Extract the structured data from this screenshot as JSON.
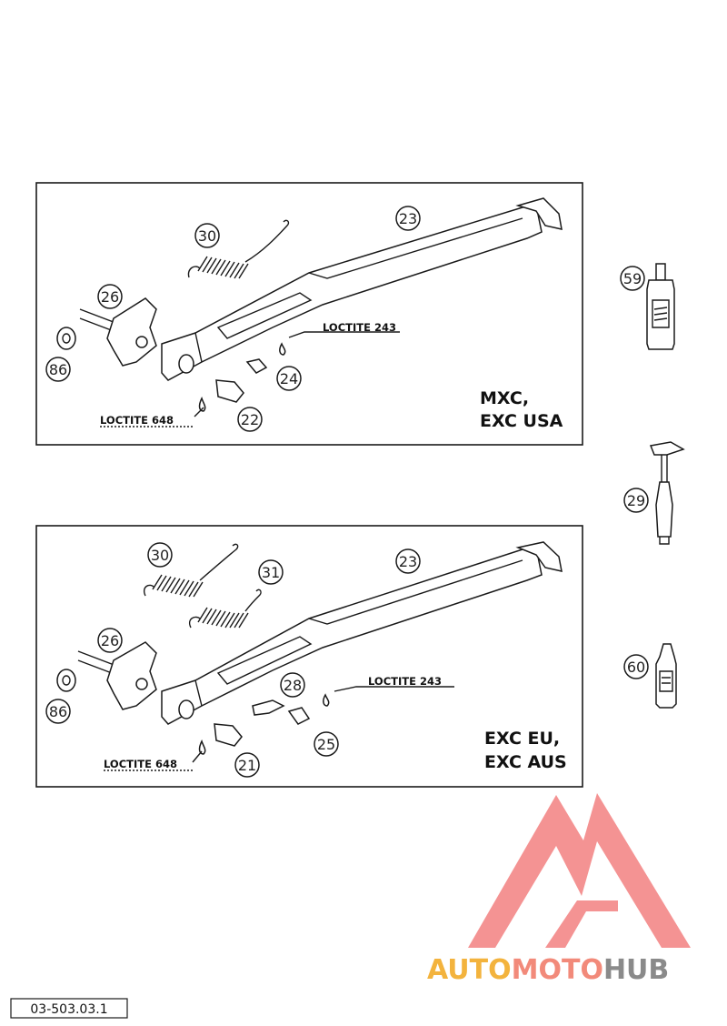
{
  "panel_top": {
    "variant_lines": [
      "MXC,",
      "EXC USA"
    ],
    "loctite_labels": [
      "LOCTITE 243",
      "LOCTITE 648"
    ],
    "callouts": [
      "30",
      "23",
      "26",
      "86",
      "24",
      "22"
    ]
  },
  "panel_bottom": {
    "variant_lines": [
      "EXC EU,",
      "EXC AUS"
    ],
    "loctite_labels": [
      "LOCTITE 243",
      "LOCTITE 648"
    ],
    "callouts": [
      "30",
      "31",
      "23",
      "26",
      "86",
      "28",
      "25",
      "21"
    ]
  },
  "side_parts": {
    "callouts": [
      "59",
      "29",
      "60"
    ]
  },
  "diagram_code": "03-503.03.1",
  "logo": {
    "auto": "AUTO",
    "moto": "MOTO",
    "hub": "HUB",
    "colors": {
      "triangle": "#f07878",
      "auto": "#f3b33d",
      "moto": "#f28a7a",
      "hub": "#8a8a8a"
    }
  }
}
